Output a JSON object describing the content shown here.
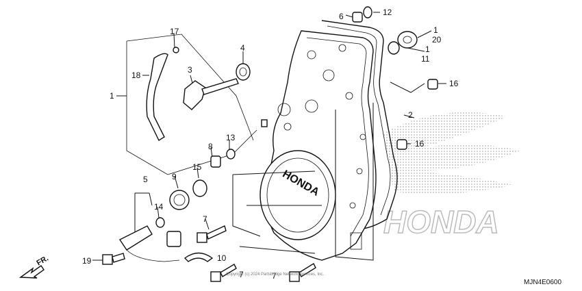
{
  "callouts": [
    {
      "label": "1"
    },
    {
      "label": "17"
    },
    {
      "label": "18"
    },
    {
      "label": "3"
    },
    {
      "label": "4"
    },
    {
      "label": "6"
    },
    {
      "label": "12"
    },
    {
      "label": "1"
    },
    {
      "label": "20"
    },
    {
      "label": "1"
    },
    {
      "label": "11"
    },
    {
      "label": "16"
    },
    {
      "label": "2"
    },
    {
      "label": "16"
    },
    {
      "label": "8"
    },
    {
      "label": "13"
    },
    {
      "label": "5"
    },
    {
      "label": "9"
    },
    {
      "label": "15"
    },
    {
      "label": "14"
    },
    {
      "label": "7"
    },
    {
      "label": "10"
    },
    {
      "label": "19"
    },
    {
      "label": "7"
    },
    {
      "label": "7"
    }
  ],
  "cover_logo": "HONDA",
  "background_logo": "HONDA",
  "direction_label": "FR.",
  "watermark": "Copyright (c) 2024 Partsbridge Network Services, Inc.",
  "diagram_code": "MJN4E0600"
}
